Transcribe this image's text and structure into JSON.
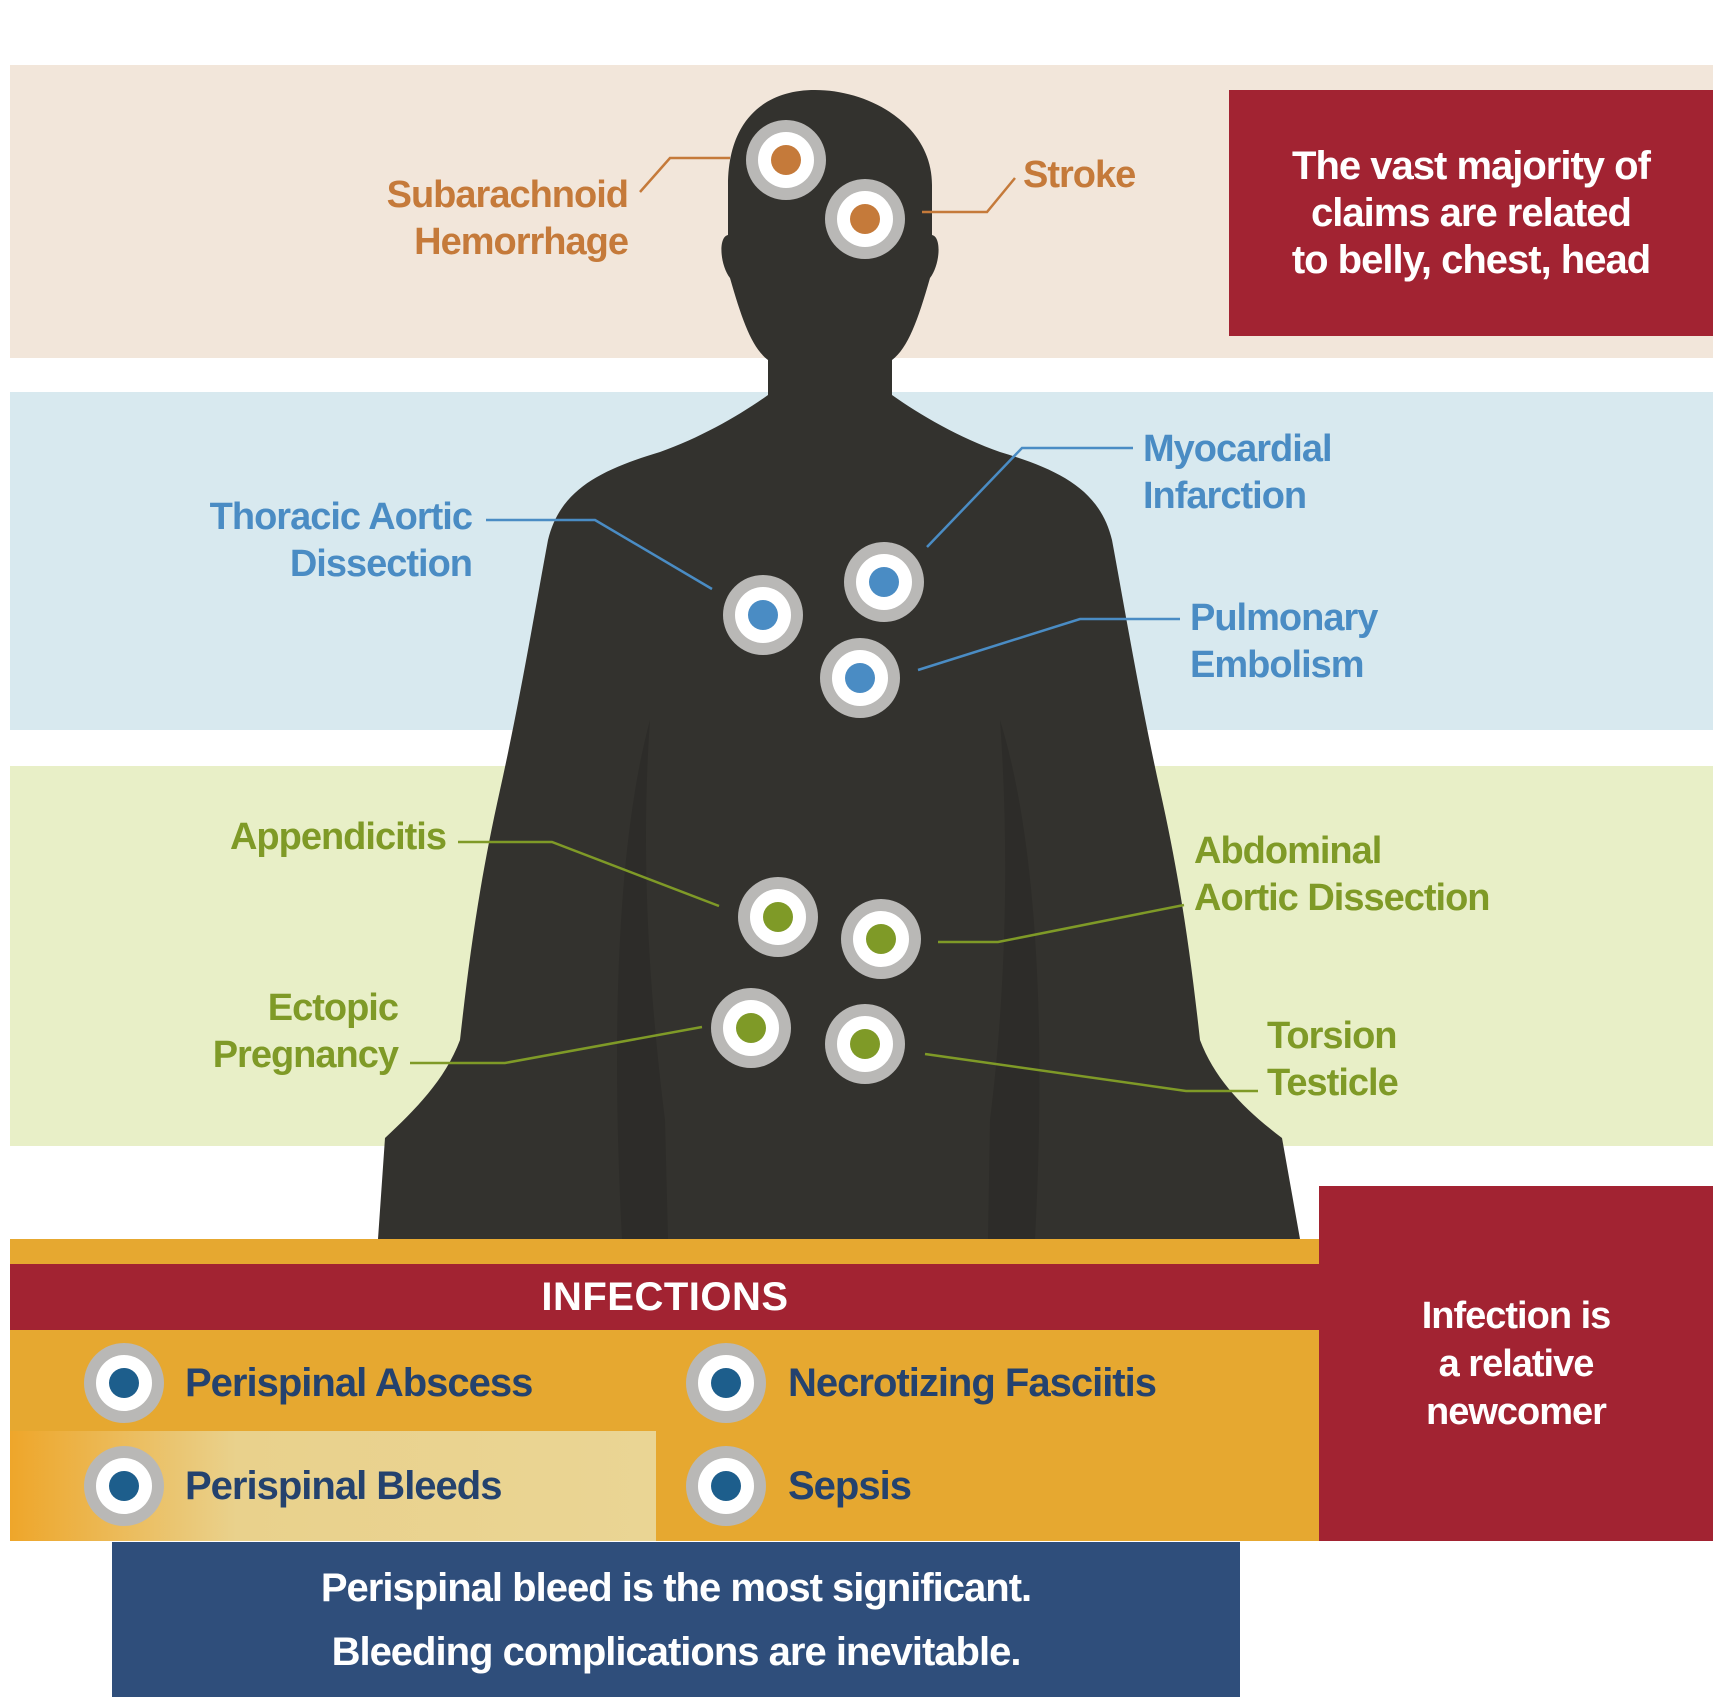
{
  "colors": {
    "head_band": "#f2e6da",
    "chest_band": "#d8e9ef",
    "belly_band": "#e8efc7",
    "silhouette": "#33322e",
    "head_dot": "#c57a3a",
    "chest_dot": "#4a8cc4",
    "belly_dot": "#7f9a27",
    "infection_dot": "#1d5e8c",
    "callout": "#a22332",
    "infection_band": "#e6a830",
    "footer": "#2f4e7b"
  },
  "head": {
    "labels": [
      {
        "id": "subarachnoid",
        "lines": [
          "Subarachnoid",
          "Hemorrhage"
        ]
      },
      {
        "id": "stroke",
        "lines": [
          "Stroke"
        ]
      }
    ]
  },
  "chest": {
    "labels": [
      {
        "id": "thoracic",
        "lines": [
          "Thoracic Aortic",
          "Dissection"
        ]
      },
      {
        "id": "myocardial",
        "lines": [
          "Myocardial",
          "Infarction"
        ]
      },
      {
        "id": "pulmonary",
        "lines": [
          "Pulmonary",
          "Embolism"
        ]
      }
    ]
  },
  "belly": {
    "labels": [
      {
        "id": "appendicitis",
        "lines": [
          "Appendicitis"
        ]
      },
      {
        "id": "abdominal",
        "lines": [
          "Abdominal",
          "Aortic Dissection"
        ]
      },
      {
        "id": "ectopic",
        "lines": [
          "Ectopic",
          "Pregnancy"
        ]
      },
      {
        "id": "torsion",
        "lines": [
          "Torsion",
          "Testicle"
        ]
      }
    ]
  },
  "callouts": {
    "top": [
      "The vast majority of",
      "claims are related",
      "to belly, chest, head"
    ],
    "infection": [
      "Infection is",
      "a relative",
      "newcomer"
    ]
  },
  "infections": {
    "title": "INFECTIONS",
    "items": [
      {
        "id": "perispinal-abscess",
        "label": "Perispinal Abscess"
      },
      {
        "id": "necrotizing-fasciitis",
        "label": "Necrotizing Fasciitis"
      },
      {
        "id": "perispinal-bleeds",
        "label": "Perispinal Bleeds"
      },
      {
        "id": "sepsis",
        "label": "Sepsis"
      }
    ]
  },
  "footer": {
    "lines": [
      "Perispinal bleed is the most significant.",
      "Bleeding complications are inevitable."
    ]
  }
}
